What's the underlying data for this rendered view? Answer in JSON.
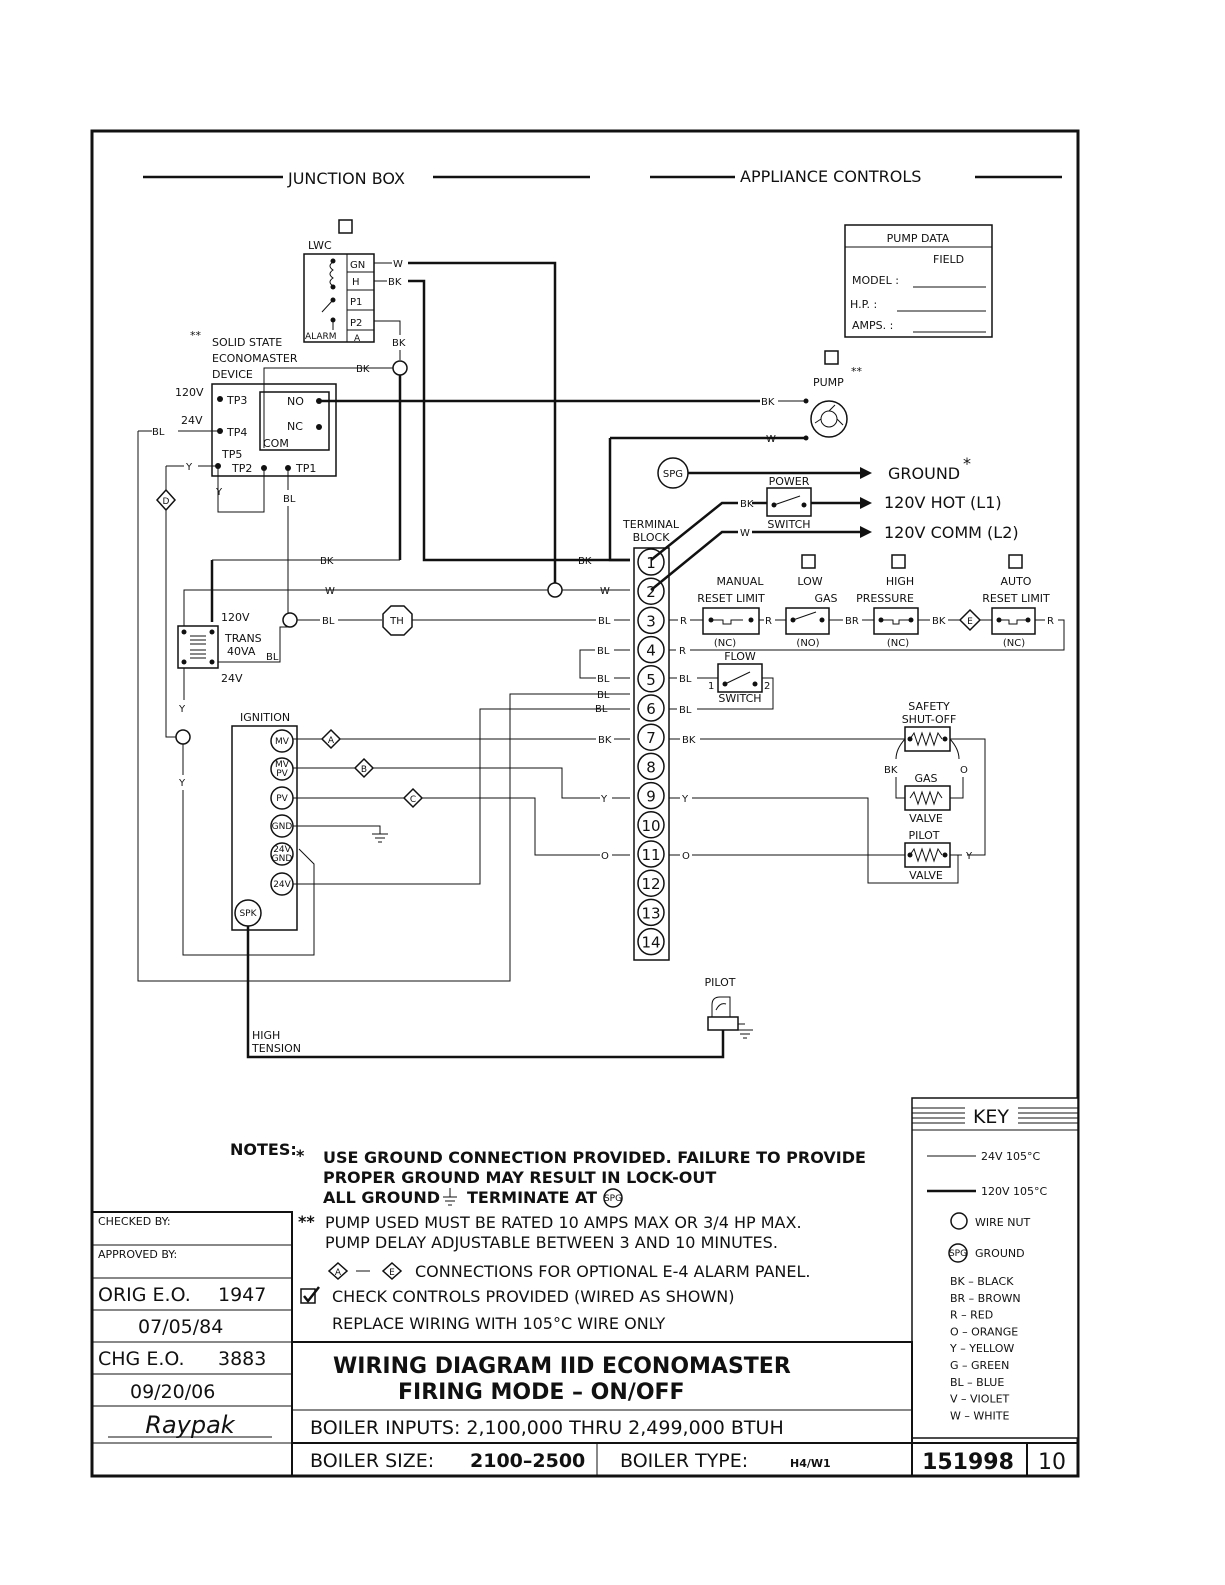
{
  "headers": {
    "junction_box": "JUNCTION BOX",
    "appliance_controls": "APPLIANCE CONTROLS"
  },
  "pump_data": {
    "title": "PUMP DATA",
    "field": "FIELD",
    "model": "MODEL :",
    "hp": "H.P. :",
    "amps": "AMPS. :"
  },
  "lwc": {
    "label": "LWC",
    "gn": "GN",
    "h": "H",
    "p1": "P1",
    "p2": "P2",
    "alarm": "ALARM",
    "a": "A"
  },
  "econo": {
    "stars": "**",
    "line1": "SOLID STATE",
    "line2": "ECONOMASTER",
    "line3": "DEVICE",
    "tp3": "TP3",
    "tp4": "TP4",
    "tp5": "TP5",
    "tp2": "TP2",
    "tp1": "TP1",
    "no": "NO",
    "nc": "NC",
    "com": "COM",
    "v120": "120V",
    "v24": "24V"
  },
  "trans": {
    "v120": "120V",
    "name": "TRANS",
    "va": "40VA",
    "v24": "24V"
  },
  "ignition": {
    "label": "IGNITION",
    "mv": "MV",
    "mvpv1": "MV",
    "mvpv2": "PV",
    "pv": "PV",
    "gnd": "GND",
    "g24a": "24V",
    "g24b": "GND",
    "v24": "24V",
    "spk": "SPK"
  },
  "pump": {
    "label": "PUMP",
    "stars": "**"
  },
  "ground": {
    "spg": "SPG",
    "label": "GROUND",
    "star": "*"
  },
  "power": {
    "label": "POWER",
    "switch": "SWITCH",
    "hot": "120V HOT (L1)",
    "comm": "120V COMM (L2)"
  },
  "terminal": {
    "line1": "TERMINAL",
    "line2": "BLOCK",
    "numbers": [
      "1",
      "2",
      "3",
      "4",
      "5",
      "6",
      "7",
      "8",
      "9",
      "10",
      "11",
      "12",
      "13",
      "14"
    ]
  },
  "controls": {
    "manual1": "MANUAL",
    "manual2": "RESET LIMIT",
    "nc": "(NC)",
    "no": "(NO)",
    "low1": "LOW",
    "low2": "GAS",
    "high1": "HIGH",
    "high2": "PRESSURE",
    "auto1": "AUTO",
    "auto2": "RESET LIMIT",
    "flow1": "FLOW",
    "flow2": "SWITCH",
    "f1": "1",
    "f2": "2",
    "safety1": "SAFETY",
    "safety2": "SHUT-OFF",
    "gas": "GAS",
    "valve": "VALVE",
    "pilot": "PILOT",
    "th": "TH"
  },
  "wires": {
    "w": "W",
    "bk": "BK",
    "bl": "BL",
    "r": "R",
    "br": "BR",
    "y": "Y",
    "o": "O"
  },
  "markers": {
    "a": "A",
    "b": "B",
    "c": "C",
    "d": "D",
    "e": "E"
  },
  "pilot_label": "PILOT",
  "high_tension1": "HIGH",
  "high_tension2": "TENSION",
  "notes": {
    "label": "NOTES:",
    "star1": "*",
    "n1a": "USE GROUND CONNECTION PROVIDED. FAILURE TO PROVIDE",
    "n1b": "PROPER GROUND MAY RESULT IN LOCK-OUT",
    "n1c": "ALL GROUND",
    "n1d": "TERMINATE AT",
    "star2": "**",
    "n2a": "PUMP USED MUST BE RATED 10 AMPS MAX OR 3/4 HP MAX.",
    "n2b": "PUMP DELAY ADJUSTABLE BETWEEN 3 AND 10 MINUTES.",
    "n3": "CONNECTIONS FOR OPTIONAL E-4 ALARM PANEL.",
    "n4": "CHECK CONTROLS PROVIDED (WIRED AS SHOWN)",
    "n5": "REPLACE WIRING WITH 105°C WIRE ONLY"
  },
  "key": {
    "title": "KEY",
    "l24": "24V 105°C",
    "l120": "120V 105°C",
    "nut": "WIRE NUT",
    "spg": "SPG",
    "ground": "GROUND",
    "colors": [
      "BK – BLACK",
      "BR – BROWN",
      "R  – RED",
      "O  – ORANGE",
      "Y  – YELLOW",
      "G  – GREEN",
      "BL – BLUE",
      "V  – VIOLET",
      "W  – WHITE"
    ]
  },
  "title_block": {
    "checked": "CHECKED BY:",
    "approved": "APPROVED BY:",
    "orig": "ORIG E.O.",
    "orig_no": "1947",
    "orig_date": "07/05/84",
    "chg": "CHG E.O.",
    "chg_no": "3883",
    "chg_date": "09/20/06",
    "brand": "Raypak",
    "title1": "WIRING DIAGRAM IID ECONOMASTER",
    "title2": "FIRING MODE – ON/OFF",
    "inputs": "BOILER INPUTS:   2,100,000 THRU 2,499,000 BTUH",
    "size_label": "BOILER SIZE:",
    "size": "2100–2500",
    "type_label": "BOILER TYPE:",
    "type": "H4/W1",
    "dwg": "151998",
    "rev": "10"
  }
}
